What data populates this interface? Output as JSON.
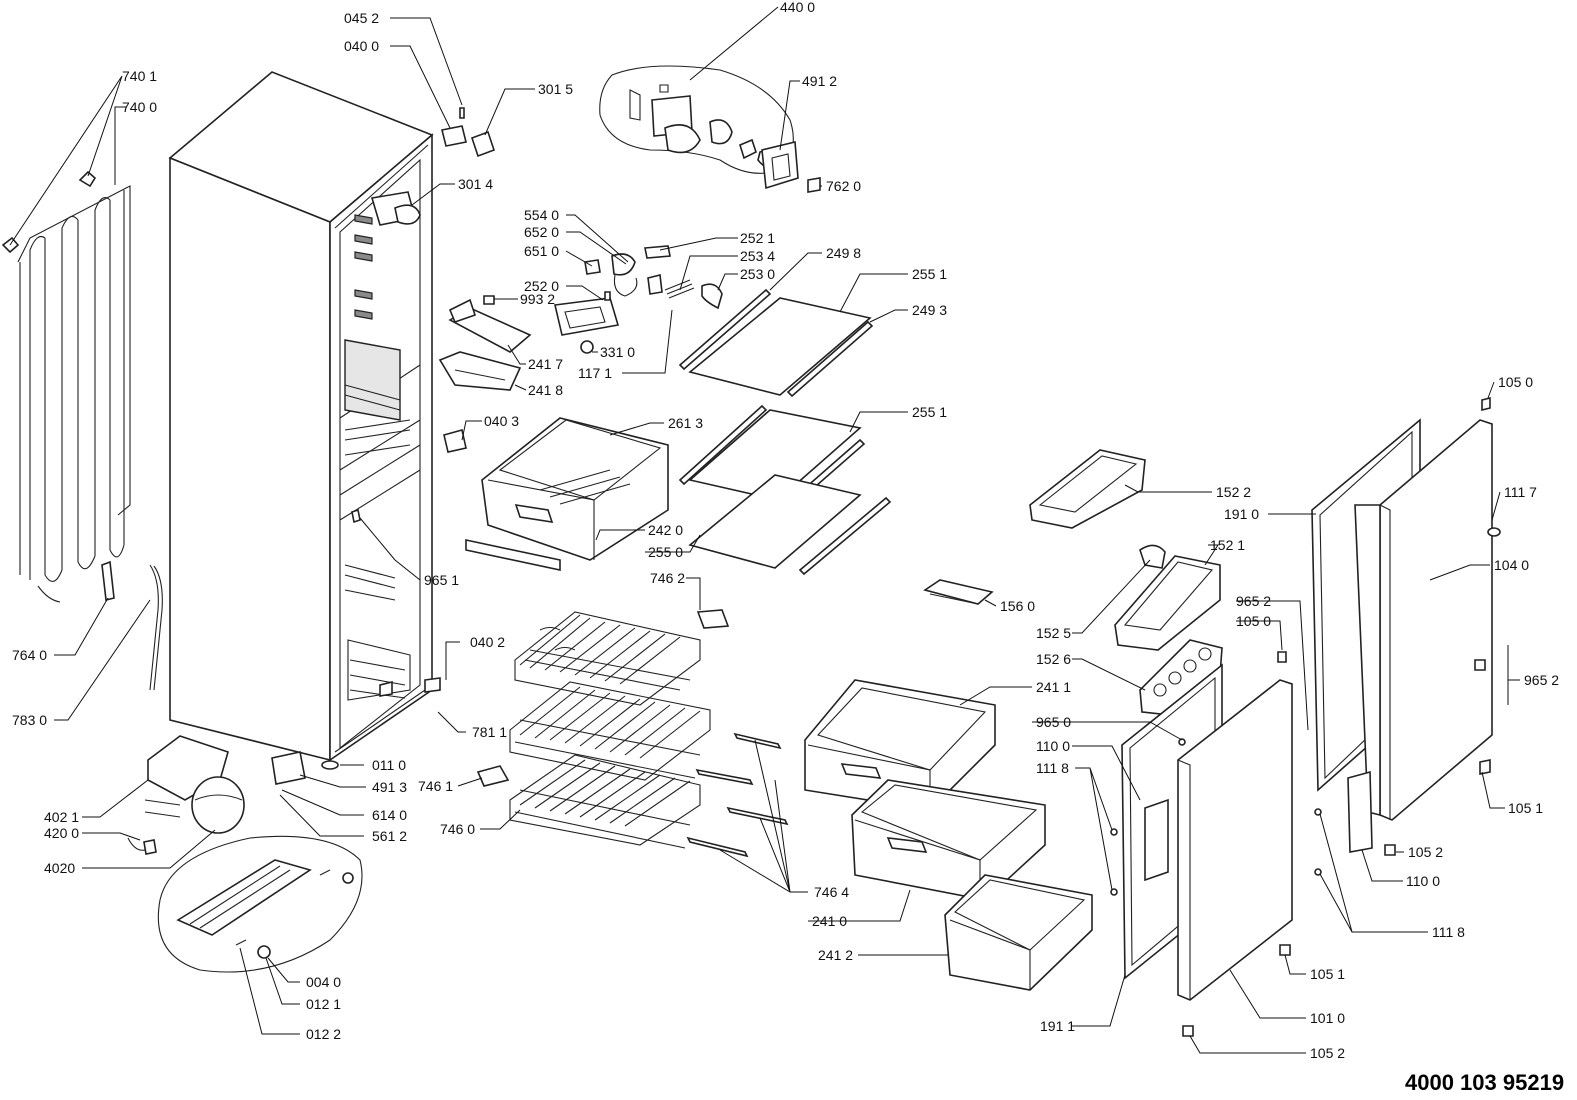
{
  "drawing_code": "4000 103 95219",
  "labels": [
    {
      "id": "045-2",
      "text": "045 2"
    },
    {
      "id": "040-0",
      "text": "040 0"
    },
    {
      "id": "740-1",
      "text": "740 1"
    },
    {
      "id": "740-0",
      "text": "740 0"
    },
    {
      "id": "301-5",
      "text": "301 5"
    },
    {
      "id": "301-4",
      "text": "301 4"
    },
    {
      "id": "440-0",
      "text": "440 0"
    },
    {
      "id": "491-2",
      "text": "491 2"
    },
    {
      "id": "762-0",
      "text": "762 0"
    },
    {
      "id": "554-0",
      "text": "554 0"
    },
    {
      "id": "652-0",
      "text": "652 0"
    },
    {
      "id": "651-0",
      "text": "651 0"
    },
    {
      "id": "252-0",
      "text": "252 0"
    },
    {
      "id": "993-2",
      "text": "993 2"
    },
    {
      "id": "252-1",
      "text": "252 1"
    },
    {
      "id": "253-4",
      "text": "253 4"
    },
    {
      "id": "253-0",
      "text": "253 0"
    },
    {
      "id": "249-8",
      "text": "249 8"
    },
    {
      "id": "255-1-a",
      "text": "255 1"
    },
    {
      "id": "249-3",
      "text": "249 3"
    },
    {
      "id": "331-0",
      "text": "331 0"
    },
    {
      "id": "241-7",
      "text": "241 7"
    },
    {
      "id": "117-1",
      "text": "117 1"
    },
    {
      "id": "241-8",
      "text": "241 8"
    },
    {
      "id": "040-3",
      "text": "040 3"
    },
    {
      "id": "261-3",
      "text": "261 3"
    },
    {
      "id": "255-1-b",
      "text": "255 1"
    },
    {
      "id": "105-0-a",
      "text": "105 0"
    },
    {
      "id": "152-2",
      "text": "152 2"
    },
    {
      "id": "111-7",
      "text": "111 7"
    },
    {
      "id": "191-0",
      "text": "191 0"
    },
    {
      "id": "242-0",
      "text": "242 0"
    },
    {
      "id": "255-0",
      "text": "255 0"
    },
    {
      "id": "965-1",
      "text": "965 1"
    },
    {
      "id": "152-1",
      "text": "152 1"
    },
    {
      "id": "104-0",
      "text": "104 0"
    },
    {
      "id": "746-2",
      "text": "746 2"
    },
    {
      "id": "156-0",
      "text": "156 0"
    },
    {
      "id": "965-2-a",
      "text": "965 2"
    },
    {
      "id": "105-0-b",
      "text": "105 0"
    },
    {
      "id": "152-5",
      "text": "152 5"
    },
    {
      "id": "040-2",
      "text": "040 2"
    },
    {
      "id": "764-0",
      "text": "764 0"
    },
    {
      "id": "152-6",
      "text": "152 6"
    },
    {
      "id": "965-2-b",
      "text": "965 2"
    },
    {
      "id": "241-1",
      "text": "241 1"
    },
    {
      "id": "783-0",
      "text": "783 0"
    },
    {
      "id": "781-1",
      "text": "781 1"
    },
    {
      "id": "965-0",
      "text": "965 0"
    },
    {
      "id": "110-0-a",
      "text": "110 0"
    },
    {
      "id": "011-0",
      "text": "011 0"
    },
    {
      "id": "111-8-a",
      "text": "111 8"
    },
    {
      "id": "746-1",
      "text": "746 1"
    },
    {
      "id": "491-3",
      "text": "491 3"
    },
    {
      "id": "105-1-a",
      "text": "105 1"
    },
    {
      "id": "402-1",
      "text": "402 1"
    },
    {
      "id": "614-0",
      "text": "614 0"
    },
    {
      "id": "420-0",
      "text": "420 0"
    },
    {
      "id": "746-0",
      "text": "746 0"
    },
    {
      "id": "561-2",
      "text": "561 2"
    },
    {
      "id": "105-2-a",
      "text": "105 2"
    },
    {
      "id": "4020",
      "text": "4020"
    },
    {
      "id": "110-0-b",
      "text": "110 0"
    },
    {
      "id": "746-4",
      "text": "746 4"
    },
    {
      "id": "241-0",
      "text": "241 0"
    },
    {
      "id": "111-8-b",
      "text": "111 8"
    },
    {
      "id": "241-2",
      "text": "241 2"
    },
    {
      "id": "105-1-b",
      "text": "105 1"
    },
    {
      "id": "004-0",
      "text": "004 0"
    },
    {
      "id": "012-1",
      "text": "012 1"
    },
    {
      "id": "101-0",
      "text": "101 0"
    },
    {
      "id": "191-1",
      "text": "191 1"
    },
    {
      "id": "012-2",
      "text": "012 2"
    },
    {
      "id": "105-2-b",
      "text": "105 2"
    }
  ]
}
